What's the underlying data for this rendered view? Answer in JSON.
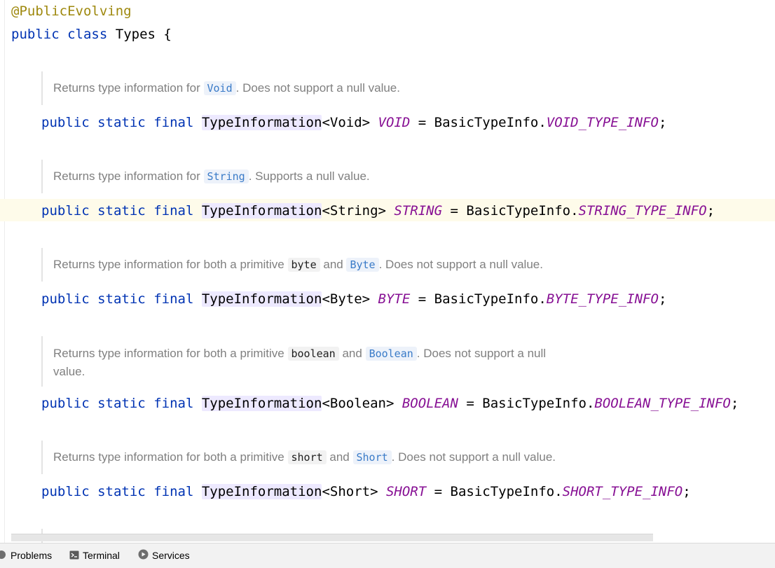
{
  "code": {
    "annotation": "@PublicEvolving",
    "class_decl": {
      "kw1": "public",
      "kw2": "class",
      "name": "Types",
      "brace": "{"
    },
    "decls": [
      {
        "doc": {
          "p1": "Returns type information for",
          "t1": "Void",
          "p2": ". Does not support a null value."
        },
        "kw1": "public",
        "kw2": "static",
        "kw3": "final",
        "type": "TypeInformation",
        "generic": "<Void>",
        "field": "VOID",
        "eq": " = ",
        "rhs_class": "BasicTypeInfo.",
        "rhs_field": "VOID_TYPE_INFO",
        "semi": ";"
      },
      {
        "doc": {
          "p1": "Returns type information for",
          "t1": "String",
          "p2": ". Supports a null value."
        },
        "kw1": "public",
        "kw2": "static",
        "kw3": "final",
        "type": "TypeInformation",
        "generic": "<String>",
        "field": "STRING",
        "eq": " = ",
        "rhs_class": "BasicTypeInfo.",
        "rhs_field": "STRING_TYPE_INFO",
        "semi": ";"
      },
      {
        "doc": {
          "p1": "Returns type information for both a primitive",
          "t1": "byte",
          "mid": "and",
          "t2": "Byte",
          "p2": ". Does not support a null value."
        },
        "kw1": "public",
        "kw2": "static",
        "kw3": "final",
        "type": "TypeInformation",
        "generic": "<Byte>",
        "field": "BYTE",
        "eq": " = ",
        "rhs_class": "BasicTypeInfo.",
        "rhs_field": "BYTE_TYPE_INFO",
        "semi": ";"
      },
      {
        "doc": {
          "p1": "Returns type information for both a primitive",
          "t1": "boolean",
          "mid": "and",
          "t2": "Boolean",
          "p2": ". Does not support a null",
          "p3": "value."
        },
        "kw1": "public",
        "kw2": "static",
        "kw3": "final",
        "type": "TypeInformation",
        "generic": "<Boolean>",
        "field": "BOOLEAN",
        "eq": " = ",
        "rhs_class": "BasicTypeInfo.",
        "rhs_field": "BOOLEAN_TYPE_INFO",
        "semi": ";"
      },
      {
        "doc": {
          "p1": "Returns type information for both a primitive",
          "t1": "short",
          "mid": "and",
          "t2": "Short",
          "p2": ". Does not support a null value."
        },
        "kw1": "public",
        "kw2": "static",
        "kw3": "final",
        "type": "TypeInformation",
        "generic": "<Short>",
        "field": "SHORT",
        "eq": " = ",
        "rhs_class": "BasicTypeInfo.",
        "rhs_field": "SHORT_TYPE_INFO",
        "semi": ";"
      }
    ]
  },
  "tool_windows": [
    {
      "label": "Problems",
      "icon": "problems-icon"
    },
    {
      "label": "Terminal",
      "icon": "terminal-icon"
    },
    {
      "label": "Services",
      "icon": "services-icon"
    }
  ],
  "colors": {
    "keyword": "#0033b3",
    "annotation": "#9e880d",
    "static_field": "#871094",
    "doc_text": "#808080",
    "caret_row": "#fefbea"
  }
}
